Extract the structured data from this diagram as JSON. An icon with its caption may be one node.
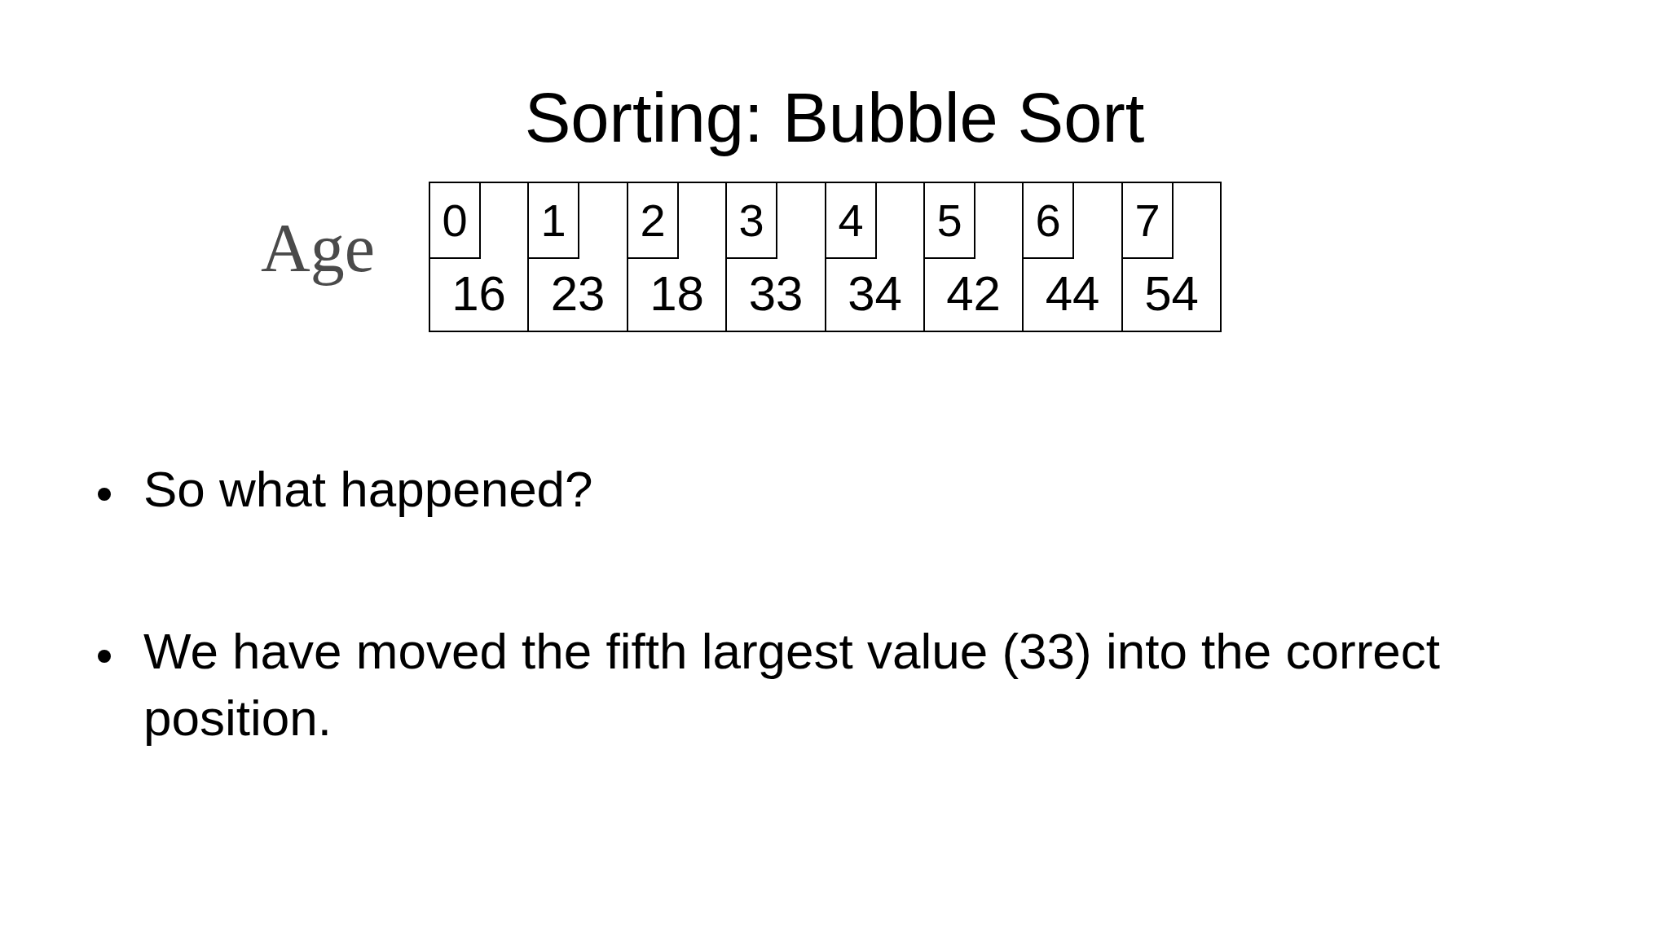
{
  "diagram": {
    "title": "Sorting: Bubble Sort",
    "nodes": [
      {
        "text": [
          "16"
        ]
      },
      {
        "text": [
          "0"
        ],
        "in": 0
      },
      {
        "text": [
          "23"
        ]
      },
      {
        "text": [
          "1"
        ],
        "in": 2
      },
      {
        "text": [
          "18"
        ]
      },
      {
        "text": [
          "2"
        ],
        "in": 4
      },
      {
        "text": [
          "33"
        ]
      },
      {
        "text": [
          "3"
        ],
        "in": 6
      },
      {
        "text": [
          "34"
        ]
      },
      {
        "text": [
          "4"
        ],
        "in": 8
      },
      {
        "text": [
          "42"
        ]
      },
      {
        "text": [
          "5"
        ],
        "in": 10
      },
      {
        "text": [
          "44"
        ]
      },
      {
        "text": [
          "6"
        ],
        "in": 12
      },
      {
        "text": [
          "54"
        ]
      },
      {
        "text": [
          "7"
        ],
        "in": 14
      }
    ],
    "labels": [
      "Age",
      "So what happened?",
      "We have moved the fifth largest value (33) into the correct position."
    ]
  }
}
